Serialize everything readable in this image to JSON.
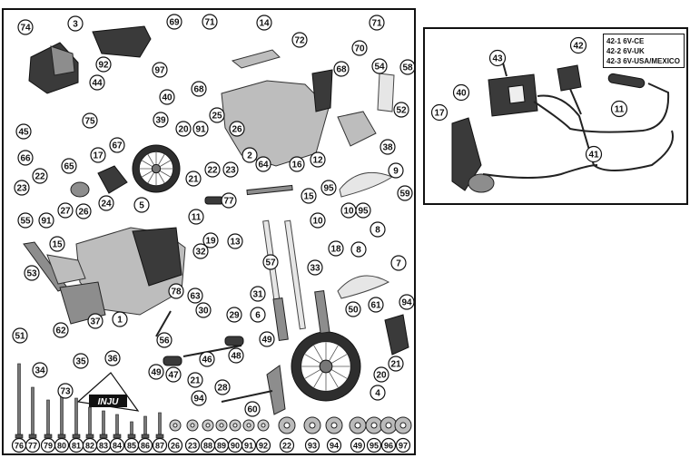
{
  "main_callouts": [
    "74",
    "3",
    "69",
    "71",
    "14",
    "71",
    "72",
    "70",
    "68",
    "92",
    "97",
    "44",
    "40",
    "68",
    "54",
    "58",
    "45",
    "75",
    "39",
    "20",
    "91",
    "25",
    "26",
    "52",
    "66",
    "65",
    "2",
    "38",
    "17",
    "67",
    "21",
    "22",
    "23",
    "64",
    "16",
    "12",
    "9",
    "22",
    "23",
    "91",
    "27",
    "26",
    "24",
    "5",
    "11",
    "77",
    "15",
    "95",
    "10",
    "59",
    "55",
    "15",
    "19",
    "13",
    "10",
    "95",
    "8",
    "32",
    "18",
    "8",
    "33",
    "7",
    "53",
    "57",
    "78",
    "63",
    "31",
    "61",
    "94",
    "37",
    "6",
    "50",
    "62",
    "1",
    "30",
    "29",
    "51",
    "56",
    "49",
    "48",
    "34",
    "35",
    "36",
    "46",
    "49",
    "21",
    "47",
    "20",
    "21",
    "73",
    "28",
    "94",
    "60",
    "4"
  ],
  "hardware_labels": [
    "76",
    "77",
    "79",
    "80",
    "81",
    "82",
    "83",
    "84",
    "85",
    "86",
    "87",
    "26",
    "23",
    "88",
    "89",
    "90",
    "91",
    "92",
    "22",
    "93",
    "94",
    "49",
    "95",
    "96",
    "97"
  ],
  "brand_logo": "INJU",
  "wiring_callouts": [
    "43",
    "42",
    "40",
    "17",
    "11",
    "41"
  ],
  "wiring_legend": [
    "42-1  6V-CE",
    "42-2  6V-UK",
    "42-3  6V-USA/MEXICO"
  ]
}
